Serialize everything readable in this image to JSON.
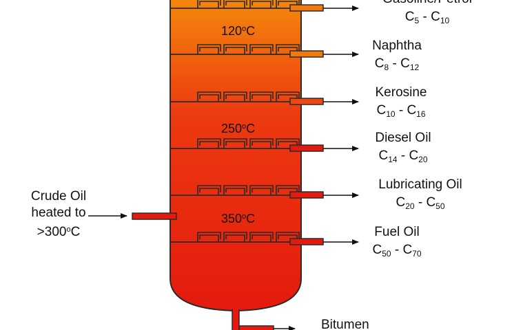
{
  "feed": {
    "line1": "Crude Oil",
    "line2": "heated to",
    "line3_prefix": ">300",
    "line3_sup": "o",
    "line3_suffix": "C"
  },
  "temperatures": [
    {
      "value": "120",
      "sup": "o",
      "unit": "C"
    },
    {
      "value": "250",
      "sup": "o",
      "unit": "C"
    },
    {
      "value": "350",
      "sup": "o",
      "unit": "C"
    }
  ],
  "fractions": [
    {
      "name": "Gasoline/Petrol",
      "c_from": "5",
      "c_to": "10"
    },
    {
      "name": "Naphtha",
      "c_from": "8",
      "c_to": "12"
    },
    {
      "name": "Kerosine",
      "c_from": "10",
      "c_to": "16"
    },
    {
      "name": "Diesel Oil",
      "c_from": "14",
      "c_to": "20"
    },
    {
      "name": "Lubricating Oil",
      "c_from": "20",
      "c_to": "50"
    },
    {
      "name": "Fuel Oil",
      "c_from": "50",
      "c_to": "70"
    }
  ],
  "residue": {
    "name": "Bitumen"
  },
  "symbols": {
    "carbon": "C",
    "dash": " - "
  },
  "colors": {
    "column_top": "#f5890c",
    "column_mid": "#ec3a10",
    "column_bottom": "#e41a0e",
    "outline": "#2a2a2a"
  }
}
